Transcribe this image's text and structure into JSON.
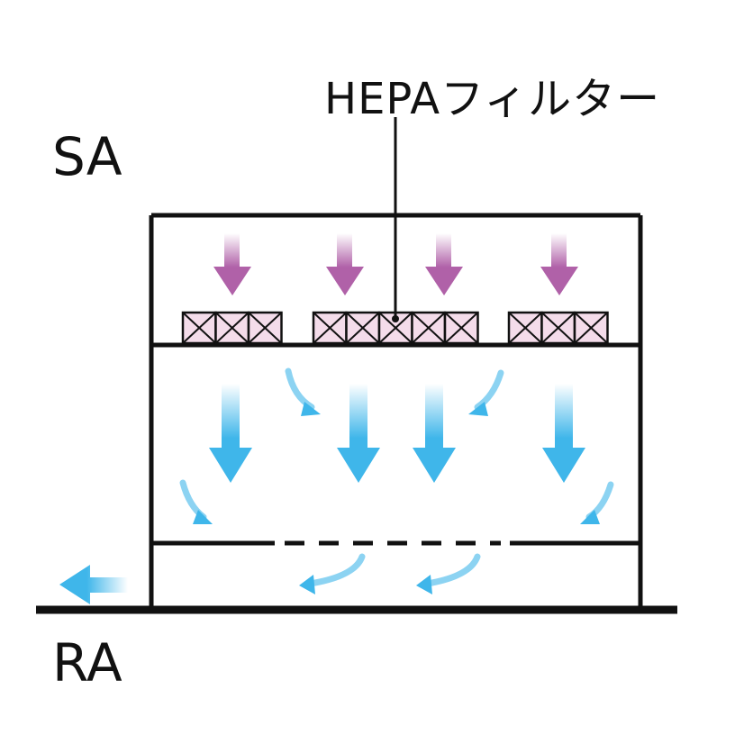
{
  "labels": {
    "filter": "HEPAフィルター",
    "sa": "SA",
    "ra": "RA"
  },
  "colors": {
    "supply_air_arrow": "#b061a8",
    "clean_air_arrow": "#3fb6ea",
    "filter_fill": "#f4dcea",
    "outline": "#111111"
  },
  "icons": {
    "supply_arrow": "arrow-down-icon",
    "filter_cell": "filter-cross-icon",
    "airflow_arrow": "arrow-down-icon",
    "return_arrow": "arrow-left-icon"
  },
  "filters": {
    "units": 3,
    "cells_per_unit": [
      3,
      5,
      3
    ]
  }
}
